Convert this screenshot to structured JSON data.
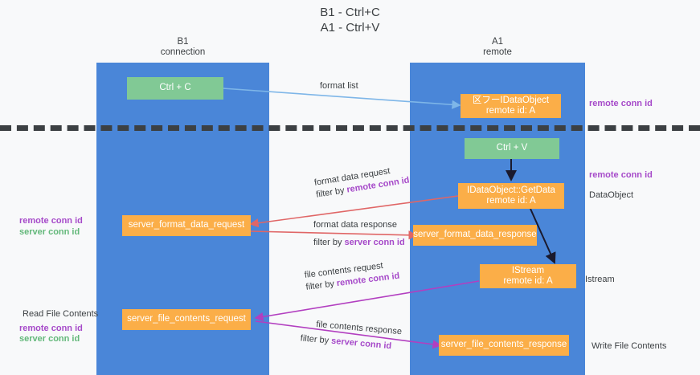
{
  "title": {
    "line1": "B1 - Ctrl+C",
    "line2": "A1 - Ctrl+V"
  },
  "columns": [
    {
      "name": "B1",
      "sub": "connection"
    },
    {
      "name": "A1",
      "sub": "remote"
    }
  ],
  "nodes": {
    "ctrl_c": "Ctrl + C",
    "ctrl_v": "Ctrl + V",
    "idataobject_title": "区フーIDataObject",
    "idataobject_sub": "remote id: A",
    "getdata_title": "IDataObject::GetData",
    "getdata_sub": "remote id: A",
    "istream_title": "IStream",
    "istream_sub": "remote id: A",
    "server_format_data_request": "server_format_data_request",
    "server_format_data_response": "server_format_data_response",
    "server_file_contents_request": "server_file_contents_request",
    "server_file_contents_response": "server_file_contents_response"
  },
  "edges": {
    "format_list": "format list",
    "format_data_request": "format data request",
    "format_data_request_filter_prefix": "filter by ",
    "format_data_request_filter_key": "remote conn id",
    "format_data_response": "format data response",
    "format_data_response_filter_prefix": "filter by ",
    "format_data_response_filter_key": "server conn id",
    "file_contents_request": "file contents request",
    "file_contents_request_filter_prefix": "filter by ",
    "file_contents_request_filter_key": "remote conn id",
    "file_contents_response": "file contents response",
    "file_contents_response_filter_prefix": "filter by ",
    "file_contents_response_filter_key": "server conn id"
  },
  "annotations": {
    "right_remote_conn_id_top": "remote conn id",
    "right_remote_conn_id_mid": "remote conn id",
    "right_dataobject": "DataObject",
    "right_istream": "Istream",
    "right_write_file_contents": "Write File Contents",
    "left_remote_conn_id_mid": "remote conn id",
    "left_server_conn_id_mid": "server conn id",
    "left_read_file_contents": "Read File Contents",
    "left_remote_conn_id_bottom": "remote conn id",
    "left_server_conn_id_bottom": "server conn id"
  },
  "colors": {
    "lane": "#4a86d8",
    "node_green": "#81c995",
    "node_orange": "#fbae48",
    "accent_purple": "#a64ac9",
    "accent_green": "#63b87a",
    "wire_blue": "#7eb6e8",
    "wire_red": "#e06666",
    "wire_magenta": "#b23fc0",
    "wire_dark": "#1a1a2e",
    "background": "#f8f9fa"
  }
}
